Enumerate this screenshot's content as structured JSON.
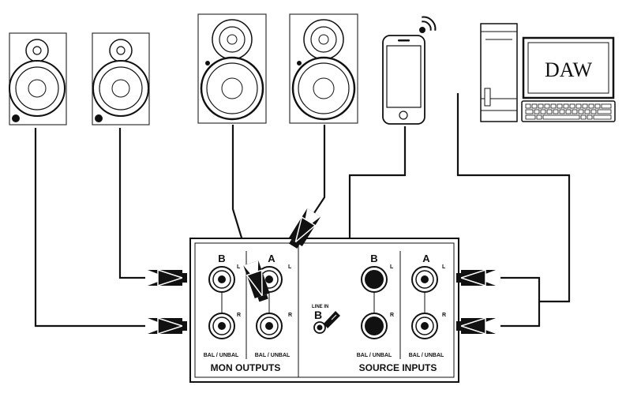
{
  "devices": {
    "computer_screen_label": "DAW"
  },
  "panel": {
    "mon_outputs": {
      "title": "MON OUTPUTS",
      "col_b": "B",
      "col_a": "A",
      "bal_b": "BAL / UNBAL",
      "bal_a": "BAL / UNBAL",
      "l_b": "L",
      "r_b": "R",
      "l_a": "L",
      "r_a": "R"
    },
    "source_inputs": {
      "title": "SOURCE INPUTS",
      "col_b": "B",
      "col_a": "A",
      "bal_b": "BAL / UNBAL",
      "bal_a": "BAL / UNBAL",
      "l_b": "L",
      "r_b": "R",
      "l_a": "L",
      "r_a": "R",
      "line_in_small": "LINE IN",
      "line_in_big": "B"
    }
  }
}
